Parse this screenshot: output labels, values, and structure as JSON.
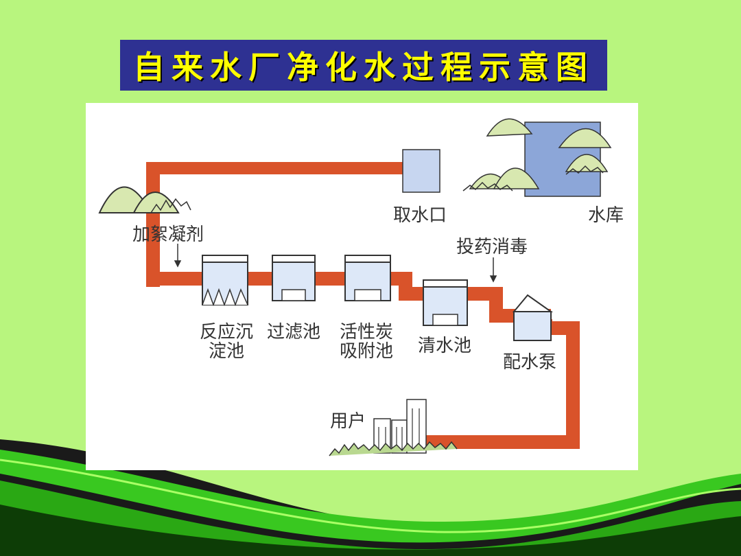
{
  "title": "自来水厂净化水过程示意图",
  "labels": {
    "intake": "取水口",
    "reservoir": "水库",
    "coagulant": "加絮凝剂",
    "disinfect": "投药消毒",
    "sedimentation_1": "反应沉",
    "sedimentation_2": "淀池",
    "filter": "过滤池",
    "carbon_1": "活性炭",
    "carbon_2": "吸附池",
    "clear_tank": "清水池",
    "pump": "配水泵",
    "users": "用户"
  },
  "colors": {
    "background": "#b8f57e",
    "title_bg": "#2e3192",
    "title_text": "#ffff00",
    "pipe": "#d9532a",
    "tank": "#dde8f8",
    "hill": "#d8e8b0"
  }
}
